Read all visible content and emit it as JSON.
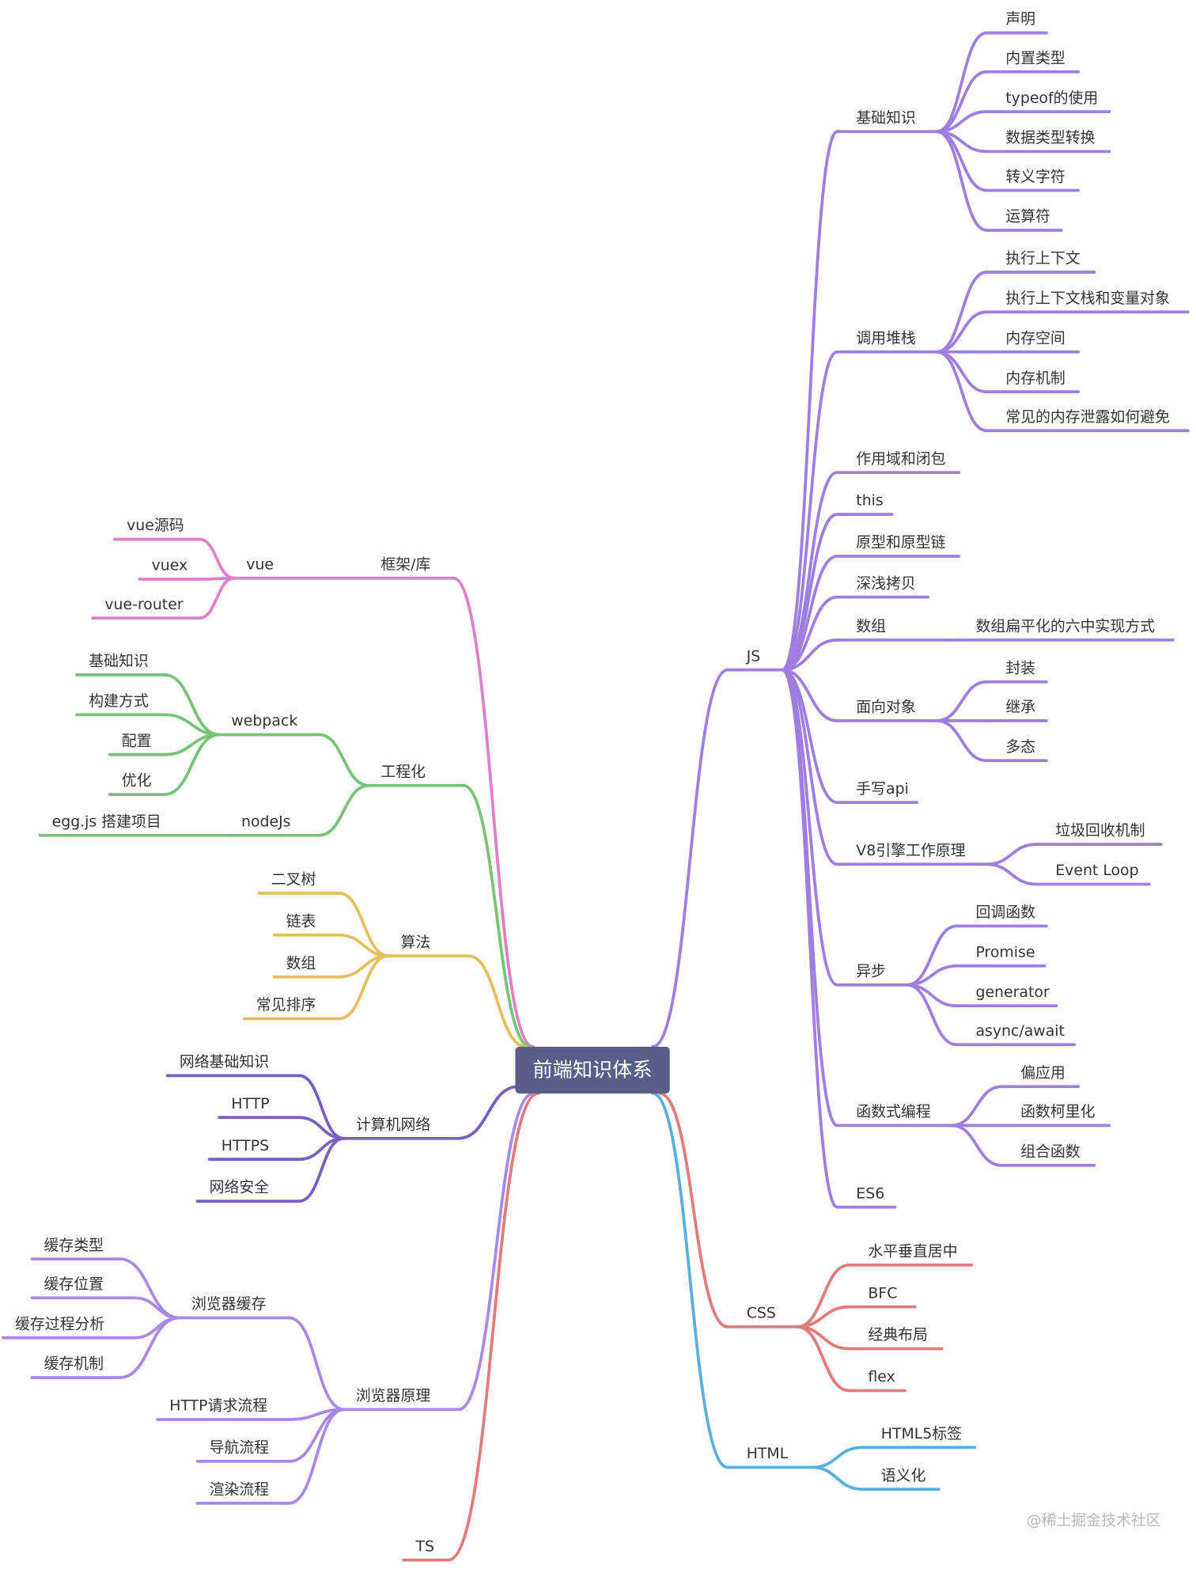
{
  "root": {
    "label": "前端知识体系"
  },
  "watermark": "@稀土掘金技术社区",
  "colors": {
    "root_box": "#585e87",
    "JS": "#9d7fe0",
    "CSS": "#e07c7c",
    "HTML": "#5aaee0",
    "framework": "#e07fc8",
    "engineering": "#77c477",
    "algorithm": "#e4bf5c",
    "network": "#7860c0",
    "browser": "#a88ae6",
    "TS": "#e07c7c"
  },
  "right": [
    {
      "label": "JS",
      "color_key": "JS",
      "children": [
        {
          "label": "基础知识",
          "children": [
            {
              "label": "声明"
            },
            {
              "label": "内置类型"
            },
            {
              "label": "typeof的使用"
            },
            {
              "label": "数据类型转换"
            },
            {
              "label": "转义字符"
            },
            {
              "label": "运算符"
            }
          ]
        },
        {
          "label": "调用堆栈",
          "children": [
            {
              "label": "执行上下文"
            },
            {
              "label": "执行上下文栈和变量对象"
            },
            {
              "label": "内存空间"
            },
            {
              "label": "内存机制"
            },
            {
              "label": "常见的内存泄露如何避免"
            }
          ]
        },
        {
          "label": "作用域和闭包"
        },
        {
          "label": "this"
        },
        {
          "label": "原型和原型链"
        },
        {
          "label": "深浅拷贝"
        },
        {
          "label": "数组",
          "children": [
            {
              "label": "数组扁平化的六中实现方式"
            }
          ]
        },
        {
          "label": "面向对象",
          "children": [
            {
              "label": "封装"
            },
            {
              "label": "继承"
            },
            {
              "label": "多态"
            }
          ]
        },
        {
          "label": "手写api"
        },
        {
          "label": "V8引擎工作原理",
          "children": [
            {
              "label": "垃圾回收机制"
            },
            {
              "label": "Event Loop"
            }
          ]
        },
        {
          "label": "异步",
          "children": [
            {
              "label": "回调函数"
            },
            {
              "label": "Promise"
            },
            {
              "label": "generator"
            },
            {
              "label": "async/await"
            }
          ]
        },
        {
          "label": "函数式编程",
          "children": [
            {
              "label": "偏应用"
            },
            {
              "label": "函数柯里化"
            },
            {
              "label": "组合函数"
            }
          ]
        },
        {
          "label": "ES6"
        }
      ]
    },
    {
      "label": "CSS",
      "color_key": "CSS",
      "children": [
        {
          "label": "水平垂直居中"
        },
        {
          "label": "BFC"
        },
        {
          "label": "经典布局"
        },
        {
          "label": "flex"
        }
      ]
    },
    {
      "label": "HTML",
      "color_key": "HTML",
      "children": [
        {
          "label": "HTML5标签"
        },
        {
          "label": "语义化"
        }
      ]
    }
  ],
  "left": [
    {
      "label": "框架/库",
      "color_key": "framework",
      "children": [
        {
          "label": "vue",
          "children": [
            {
              "label": "vue源码"
            },
            {
              "label": "vuex"
            },
            {
              "label": "vue-router"
            }
          ]
        }
      ]
    },
    {
      "label": "工程化",
      "color_key": "engineering",
      "children": [
        {
          "label": "webpack",
          "children": [
            {
              "label": "基础知识"
            },
            {
              "label": "构建方式"
            },
            {
              "label": "配置"
            },
            {
              "label": "优化"
            }
          ]
        },
        {
          "label": "nodeJs",
          "children": [
            {
              "label": "egg.js 搭建项目"
            }
          ]
        }
      ]
    },
    {
      "label": "算法",
      "color_key": "algorithm",
      "children": [
        {
          "label": "二叉树"
        },
        {
          "label": "链表"
        },
        {
          "label": "数组"
        },
        {
          "label": "常见排序"
        }
      ]
    },
    {
      "label": "计算机网络",
      "color_key": "network",
      "children": [
        {
          "label": "网络基础知识"
        },
        {
          "label": "HTTP"
        },
        {
          "label": "HTTPS"
        },
        {
          "label": "网络安全"
        }
      ]
    },
    {
      "label": "浏览器原理",
      "color_key": "browser",
      "children": [
        {
          "label": "浏览器缓存",
          "children": [
            {
              "label": "缓存类型"
            },
            {
              "label": "缓存位置"
            },
            {
              "label": "缓存过程分析"
            },
            {
              "label": "缓存机制"
            }
          ]
        },
        {
          "label": "HTTP请求流程"
        },
        {
          "label": "导航流程"
        },
        {
          "label": "渲染流程"
        }
      ]
    },
    {
      "label": "TS",
      "color_key": "TS"
    }
  ]
}
